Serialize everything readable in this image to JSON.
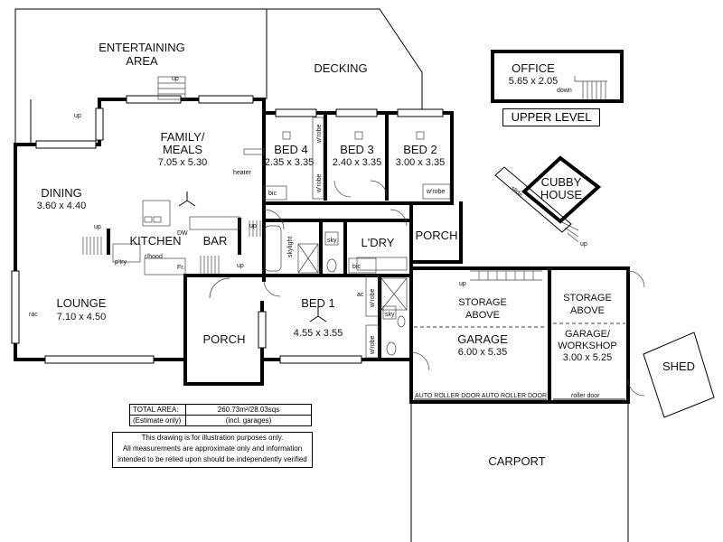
{
  "rooms": {
    "entertaining": "ENTERTAINING",
    "entertaining_2": "AREA",
    "decking": "DECKING",
    "family": "FAMILY/",
    "family_2": "MEALS",
    "family_size": "7.05 x 5.30",
    "bed4": "BED 4",
    "bed4_size": "2.35 x 3.35",
    "bed3": "BED 3",
    "bed3_size": "2.40 x 3.35",
    "bed2": "BED 2",
    "bed2_size": "3.00 x 3.35",
    "dining": "DINING",
    "dining_size": "3.60 x 4.40",
    "kitchen": "KITCHEN",
    "bar": "BAR",
    "laundry": "L'DRY",
    "porch_upper": "PORCH",
    "lounge": "LOUNGE",
    "lounge_size": "7.10 x 4.50",
    "porch_lower": "PORCH",
    "bed1": "BED 1",
    "bed1_size": "4.55 x 3.55",
    "storage1": "STORAGE",
    "storage1_2": "ABOVE",
    "storage2": "STORAGE",
    "storage2_2": "ABOVE",
    "garage": "GARAGE",
    "garage_size": "6.00 x 5.35",
    "workshop": "GARAGE/",
    "workshop_2": "WORKSHOP",
    "workshop_size": "3.00 x 5.25",
    "shed": "SHED",
    "carport": "CARPORT",
    "cubby": "CUBBY",
    "cubby_2": "HOUSE",
    "office": "OFFICE",
    "office_size": "5.65 x 2.05"
  },
  "upper_level": {
    "title": "UPPER LEVEL"
  },
  "fixtures": {
    "up": "up",
    "down": "down",
    "heater": "heater",
    "bic": "bic",
    "wrobe": "w'robe",
    "dw": "DW",
    "ptry": "p'try",
    "rhood": "r/hood",
    "fr": "Fr.",
    "skylight": "skylight",
    "sky": "sky",
    "rac": "rac",
    "ac": "ac",
    "slide": "slide",
    "auto_roller": "AUTO ROLLER DOOR AUTO ROLLER DOOR",
    "roller_door": "roller door"
  },
  "area": {
    "label": "TOTAL AREA:",
    "value": "260.73m²/28.03sqs",
    "note": "(Estimate only)",
    "note_value": "(incl. garages)"
  },
  "disclaimer": {
    "line1": "This drawing is for illustration purposes only.",
    "line2": "All measurements are approximate only and information",
    "line3": "intended to be relied upon should be independently verified"
  }
}
